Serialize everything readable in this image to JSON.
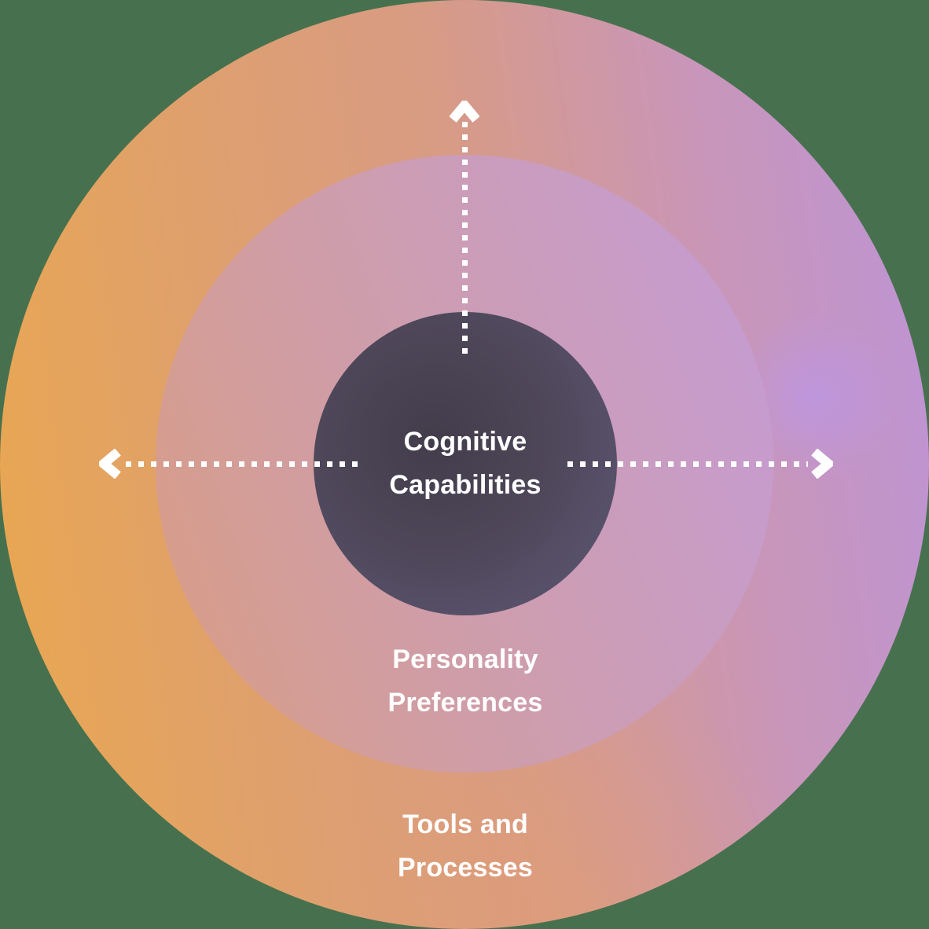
{
  "labels": {
    "inner_circle": "Cognitive\nCapabilities",
    "middle_ring": "Personality\nPreferences",
    "outer_ring": "Tools and\nProcesses"
  },
  "colors": {
    "page_background": "#47714e",
    "outer_gradient_left_orange": "#eaa84e",
    "outer_gradient_mid_salmon": "#d89b84",
    "outer_gradient_right_purple": "#bc94d8",
    "outer_purple_glow": "#b996f3",
    "middle_gradient_left_salmon": "#d99d82",
    "middle_gradient_right_purple": "#c59cd3",
    "inner_circle_center": "#423c4b",
    "inner_circle_edge": "#5f5875",
    "arrow_color": "#ffffff",
    "label_text_color": "#ffffff"
  },
  "arrows": [
    {
      "direction": "up"
    },
    {
      "direction": "left"
    },
    {
      "direction": "right"
    }
  ]
}
